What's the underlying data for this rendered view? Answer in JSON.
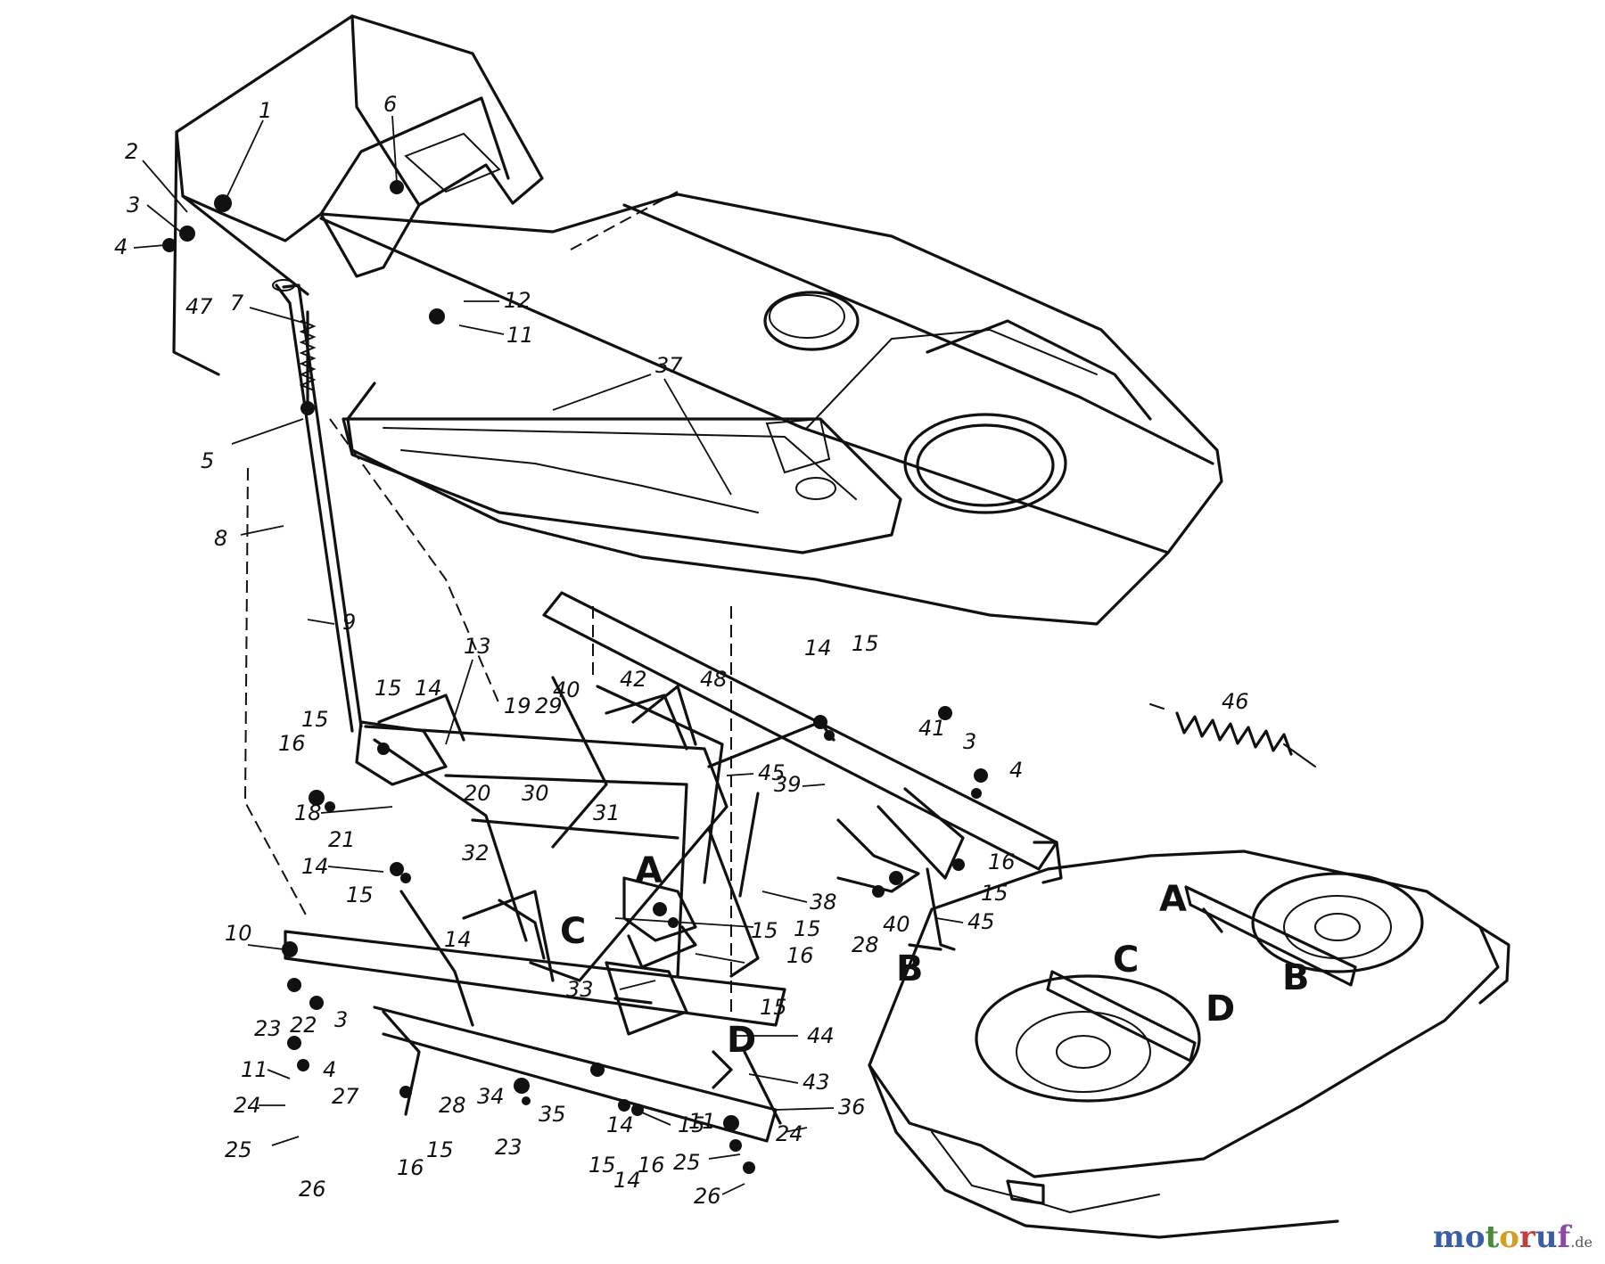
{
  "callouts": [
    "1",
    "2",
    "3",
    "4",
    "47",
    "7",
    "6",
    "12",
    "11",
    "37",
    "5",
    "8",
    "9",
    "13",
    "19",
    "29",
    "40",
    "42",
    "48",
    "14",
    "15",
    "46",
    "41",
    "3",
    "4",
    "15",
    "14",
    "16",
    "15",
    "18",
    "20",
    "30",
    "31",
    "45",
    "39",
    "16",
    "15",
    "21",
    "14",
    "32",
    "15",
    "38",
    "28",
    "40",
    "45",
    "10",
    "14",
    "16",
    "15",
    "23",
    "22",
    "3",
    "4",
    "33",
    "15",
    "44",
    "11",
    "24",
    "27",
    "28",
    "34",
    "35",
    "43",
    "36",
    "23",
    "15",
    "14",
    "16",
    "15",
    "16",
    "15",
    "11",
    "24",
    "25",
    "26",
    "25",
    "26",
    "14",
    "15"
  ],
  "letters": [
    "A",
    "C",
    "B",
    "A",
    "C",
    "B",
    "D",
    "D"
  ],
  "watermark": {
    "text": "motoruf",
    "suffix": ".de"
  }
}
